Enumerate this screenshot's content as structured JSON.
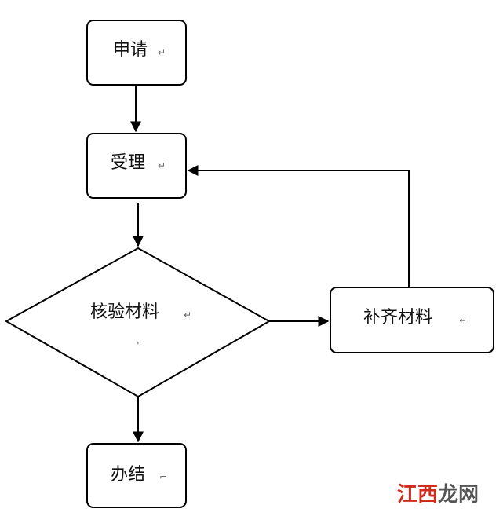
{
  "nodes": {
    "apply": {
      "label": "申请"
    },
    "accept": {
      "label": "受理"
    },
    "verify": {
      "label": "核验材料"
    },
    "supplement": {
      "label": "补齐材料"
    },
    "complete": {
      "label": "办结"
    }
  },
  "paragraph_mark": "↵",
  "anchor_mark": "⌐",
  "watermark": {
    "part1": "江西",
    "part2": "龙网"
  },
  "colors": {
    "line": "#000000",
    "text": "#111111",
    "watermark_red": "#d02b1f",
    "watermark_gray": "#555555"
  }
}
